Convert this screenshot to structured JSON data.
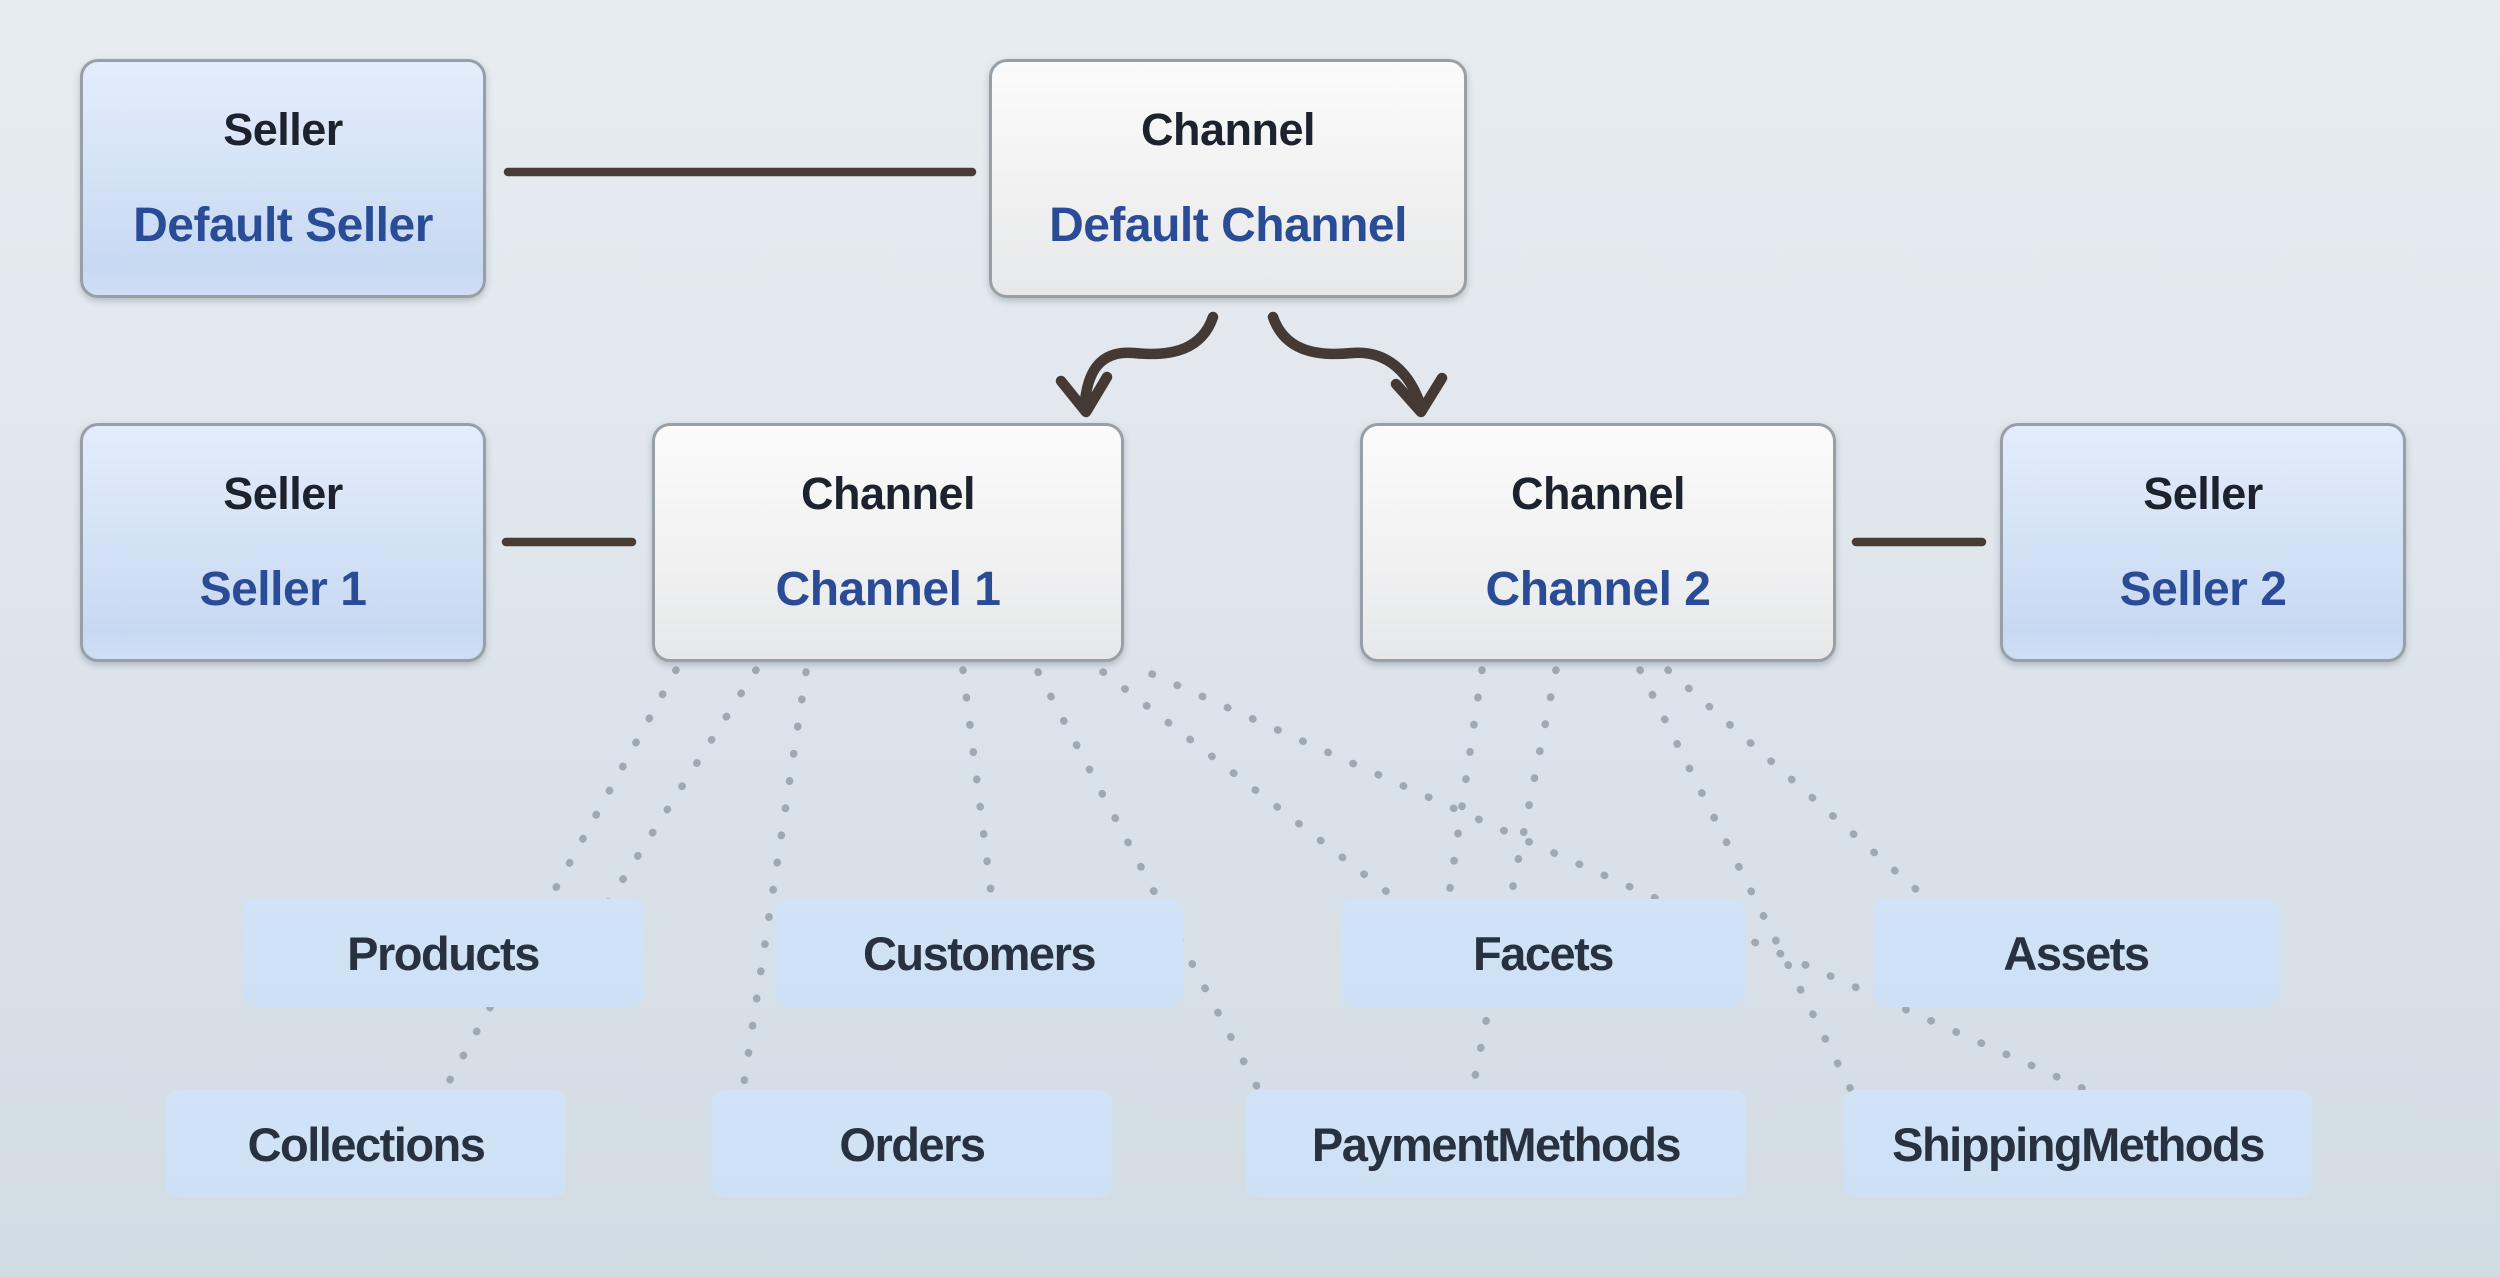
{
  "diagram": {
    "description": "Channel and Seller hierarchy diagram with channel-aware entities",
    "accent_colors": {
      "background_top": "#e7ecf0",
      "background_bottom": "#d2dce3",
      "seller_box_fill": "#cfdef5",
      "channel_box_fill": "#f3f3f4",
      "entity_box_fill": "#cfe1f5",
      "box_border": "#98a0a7",
      "title_text": "#1d232e",
      "subtitle_text": "#2a4b96",
      "entity_text": "#28313f",
      "solid_link": "#4a3b35",
      "arrow": "#453a33",
      "dotted_link": "#9fa9b1"
    }
  },
  "nodes": {
    "default_seller": {
      "title": "Seller",
      "subtitle": "Default Seller"
    },
    "default_channel": {
      "title": "Channel",
      "subtitle": "Default Channel"
    },
    "seller1": {
      "title": "Seller",
      "subtitle": "Seller 1"
    },
    "channel1": {
      "title": "Channel",
      "subtitle": "Channel 1"
    },
    "channel2": {
      "title": "Channel",
      "subtitle": "Channel 2"
    },
    "seller2": {
      "title": "Seller",
      "subtitle": "Seller 2"
    }
  },
  "entities": [
    {
      "id": "products",
      "label": "Products"
    },
    {
      "id": "customers",
      "label": "Customers"
    },
    {
      "id": "facets",
      "label": "Facets"
    },
    {
      "id": "assets",
      "label": "Assets"
    },
    {
      "id": "collections",
      "label": "Collections"
    },
    {
      "id": "orders",
      "label": "Orders"
    },
    {
      "id": "paymentmethods",
      "label": "PaymentMethods"
    },
    {
      "id": "shippingmethods",
      "label": "ShippingMethods"
    }
  ],
  "connections": {
    "solid_links": [
      [
        "default_seller",
        "default_channel"
      ],
      [
        "seller1",
        "channel1"
      ],
      [
        "channel2",
        "seller2"
      ]
    ],
    "arrows_from_default_channel": [
      "channel1",
      "channel2"
    ],
    "dotted_links": {
      "channel1": [
        "Products",
        "Collections",
        "Customers",
        "Orders",
        "Facets",
        "PaymentMethods",
        "ShippingMethods"
      ],
      "channel2": [
        "Facets",
        "PaymentMethods",
        "Assets",
        "ShippingMethods"
      ]
    }
  }
}
